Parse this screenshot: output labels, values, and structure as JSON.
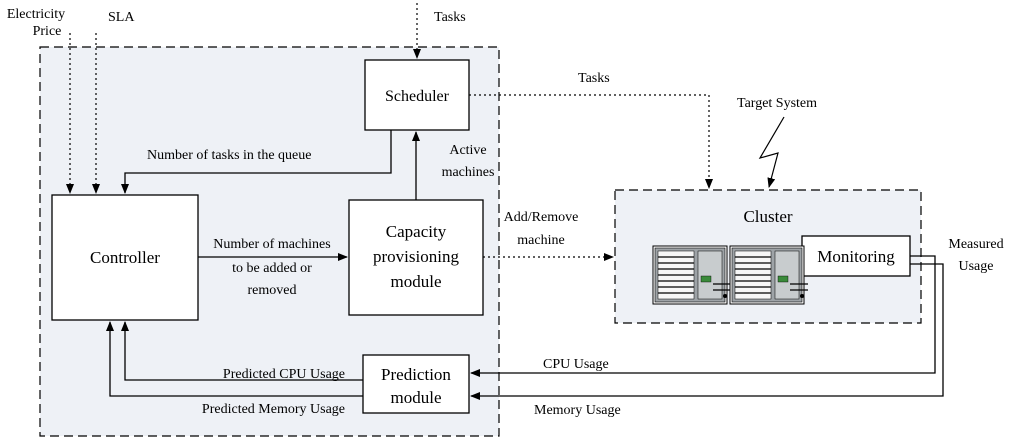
{
  "inputs": {
    "electricity_price": [
      "Electricity",
      "Price"
    ],
    "sla": "SLA",
    "tasks_top": "Tasks"
  },
  "boxes": {
    "scheduler": "Scheduler",
    "controller": "Controller",
    "capacity": [
      "Capacity",
      "provisioning",
      "module"
    ],
    "prediction": [
      "Prediction",
      "module"
    ],
    "cluster": "Cluster",
    "monitoring": "Monitoring"
  },
  "labels": {
    "tasks_to_cluster": "Tasks",
    "target_system": "Target System",
    "queue": "Number of tasks in the queue",
    "active_machines": [
      "Active",
      "machines"
    ],
    "machines_added": [
      "Number of machines",
      "to be added or",
      "removed"
    ],
    "add_remove": [
      "Add/Remove",
      "machine"
    ],
    "measured_usage": [
      "Measured",
      "Usage"
    ],
    "predicted_cpu": "Predicted CPU Usage",
    "predicted_memory": "Predicted Memory Usage",
    "cpu_usage": "CPU Usage",
    "memory_usage": "Memory Usage"
  },
  "colors": {
    "region_fill": "#eef1f6",
    "stroke": "#000000",
    "server_fill": "#9ea3a7"
  }
}
